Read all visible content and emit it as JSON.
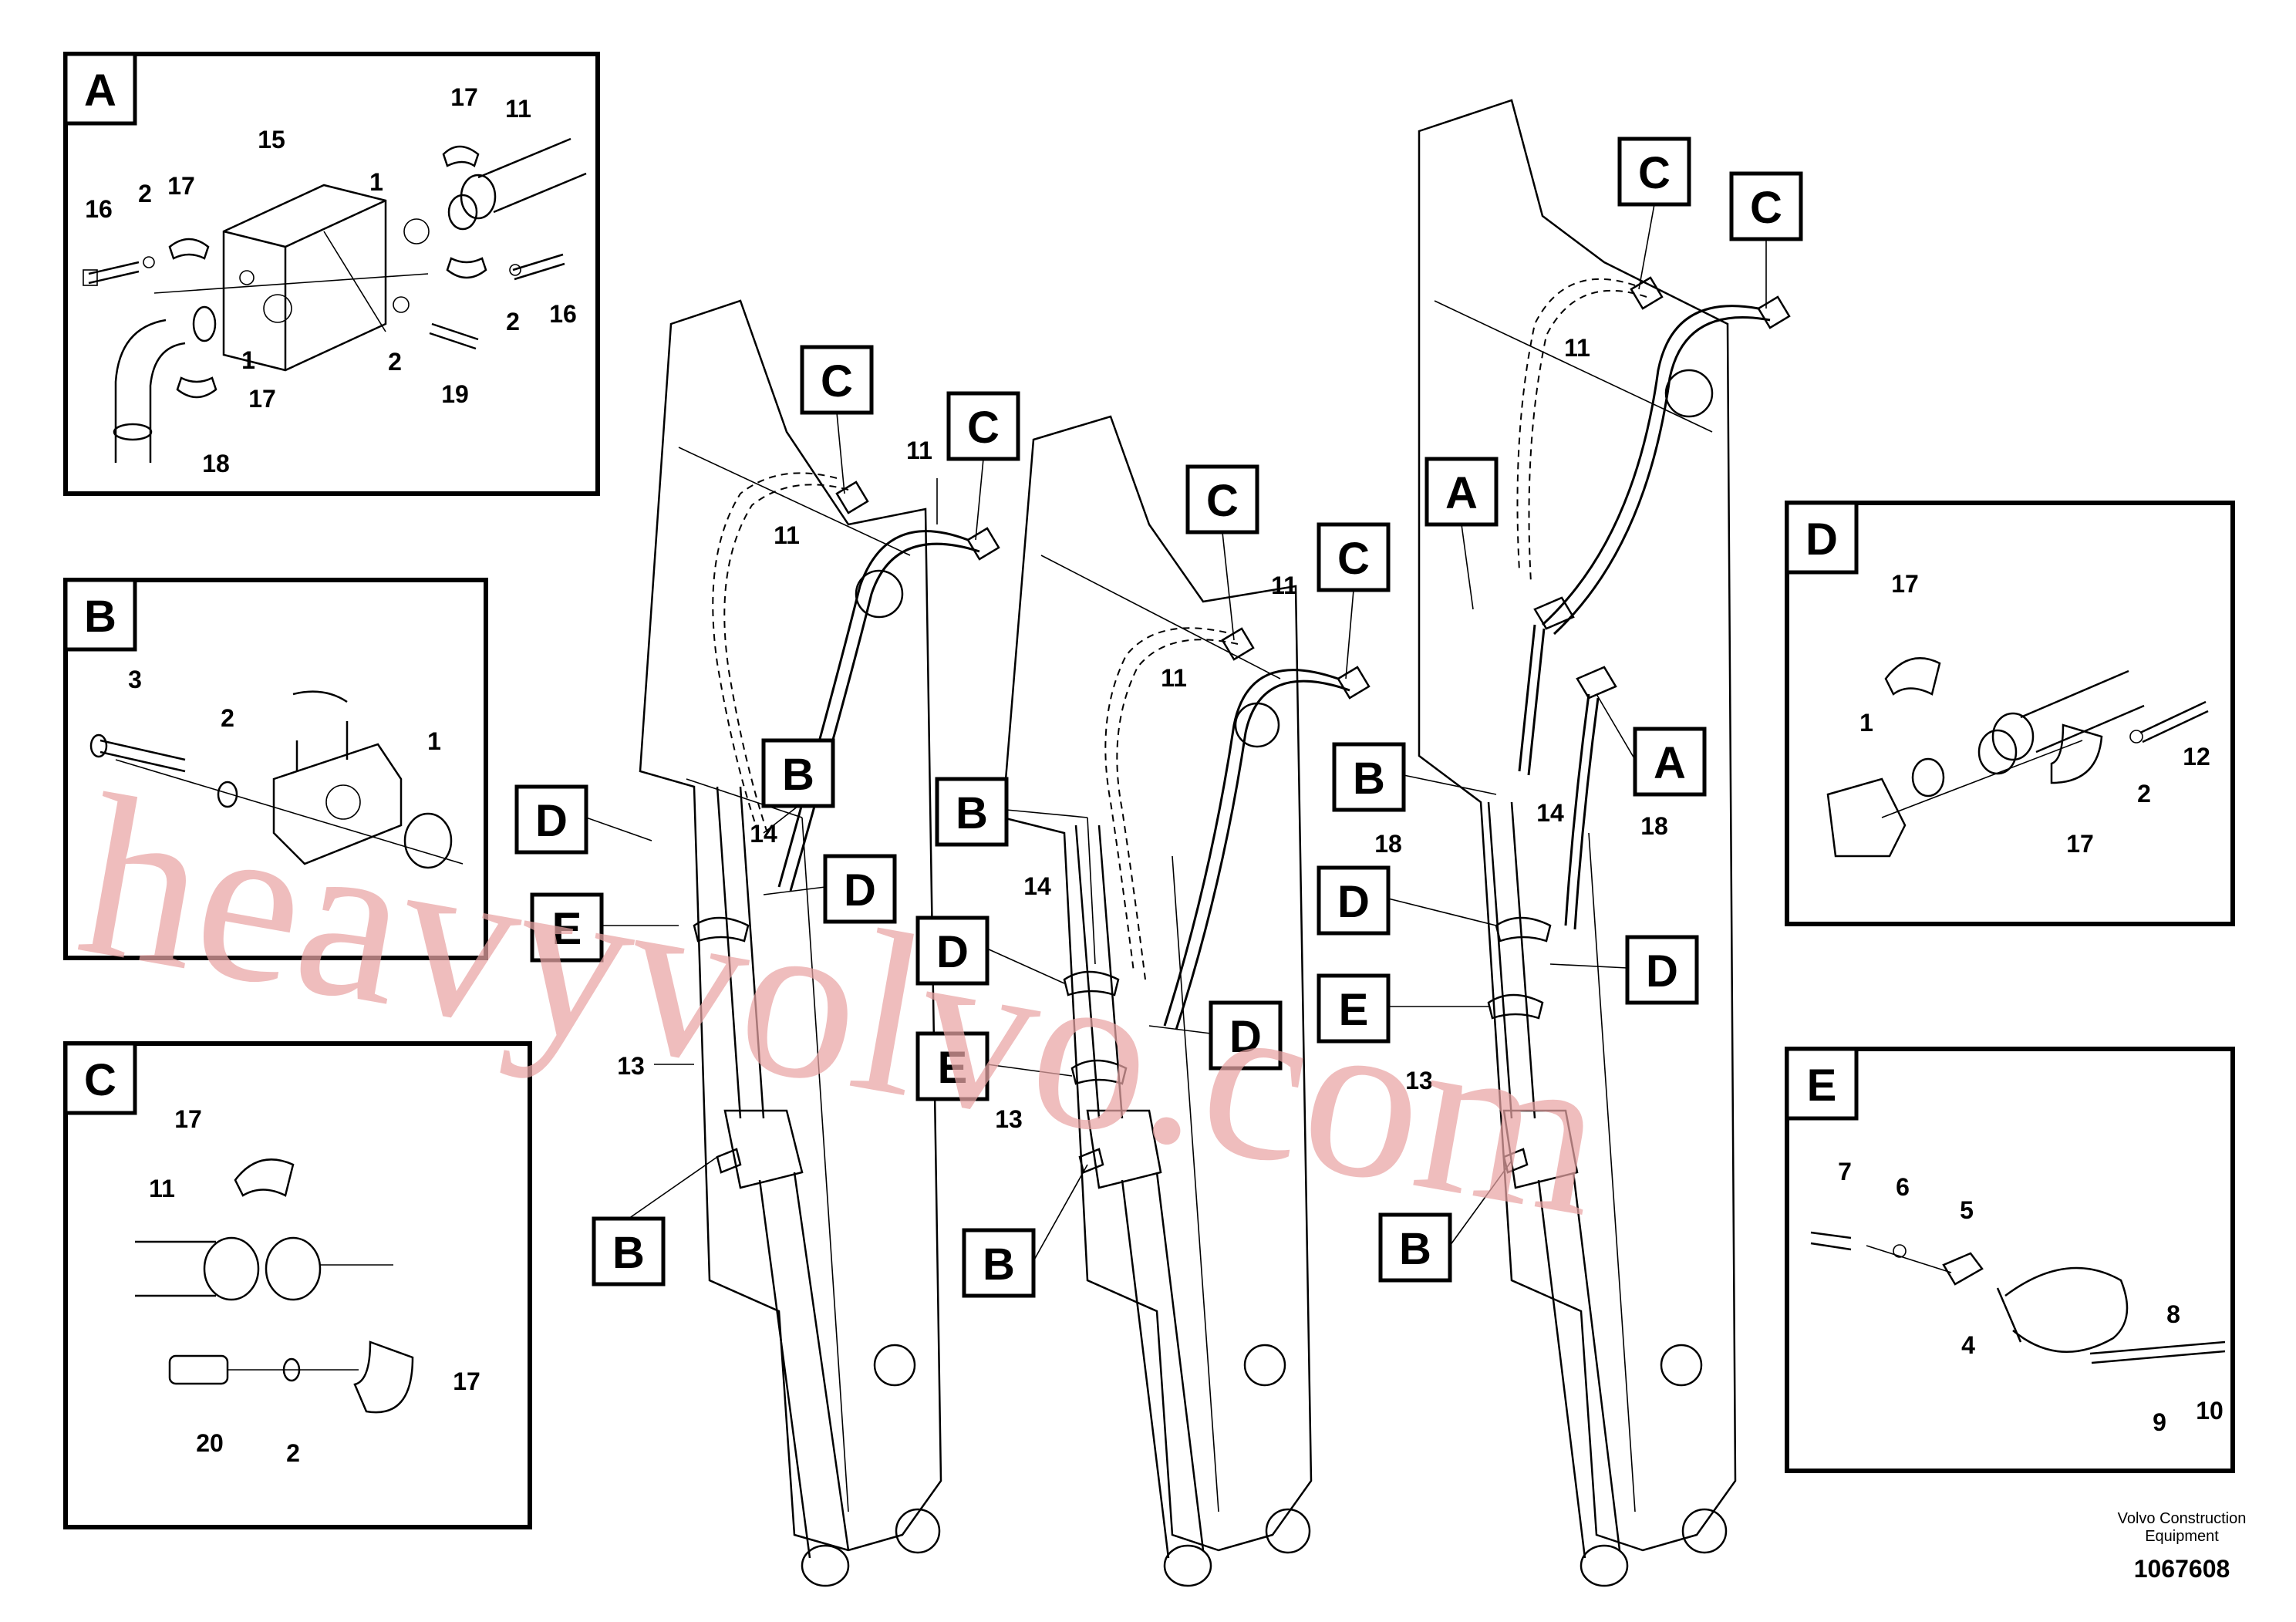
{
  "insets": {
    "A": {
      "letter": "A",
      "labels": [
        "15",
        "17",
        "11",
        "16",
        "2",
        "17",
        "1",
        "1",
        "2",
        "16",
        "2",
        "19",
        "17",
        "18"
      ]
    },
    "B": {
      "letter": "B",
      "labels": [
        "3",
        "2",
        "1"
      ]
    },
    "C": {
      "letter": "C",
      "labels": [
        "17",
        "11",
        "17",
        "20",
        "2"
      ]
    },
    "D": {
      "letter": "D",
      "labels": [
        "17",
        "1",
        "12",
        "2",
        "17"
      ]
    },
    "E": {
      "letter": "E",
      "labels": [
        "7",
        "6",
        "5",
        "8",
        "4",
        "9",
        "10"
      ]
    }
  },
  "callouts": {
    "boom1": [
      "C",
      "C",
      "B",
      "D",
      "D",
      "E",
      "B"
    ],
    "boom2": [
      "C",
      "C",
      "B",
      "D",
      "E",
      "D",
      "B"
    ],
    "boom3": [
      "C",
      "C",
      "A",
      "A",
      "B",
      "D",
      "E",
      "D",
      "B"
    ]
  },
  "part_labels": {
    "boom1": [
      "11",
      "11",
      "14",
      "13"
    ],
    "boom2": [
      "11",
      "11",
      "14",
      "13"
    ],
    "boom3": [
      "11",
      "18",
      "14",
      "18",
      "13"
    ]
  },
  "watermark": "heavyvolvo.com",
  "footer": {
    "company": "Volvo Construction",
    "company_line2": "Equipment",
    "figure_code": "1067608"
  }
}
